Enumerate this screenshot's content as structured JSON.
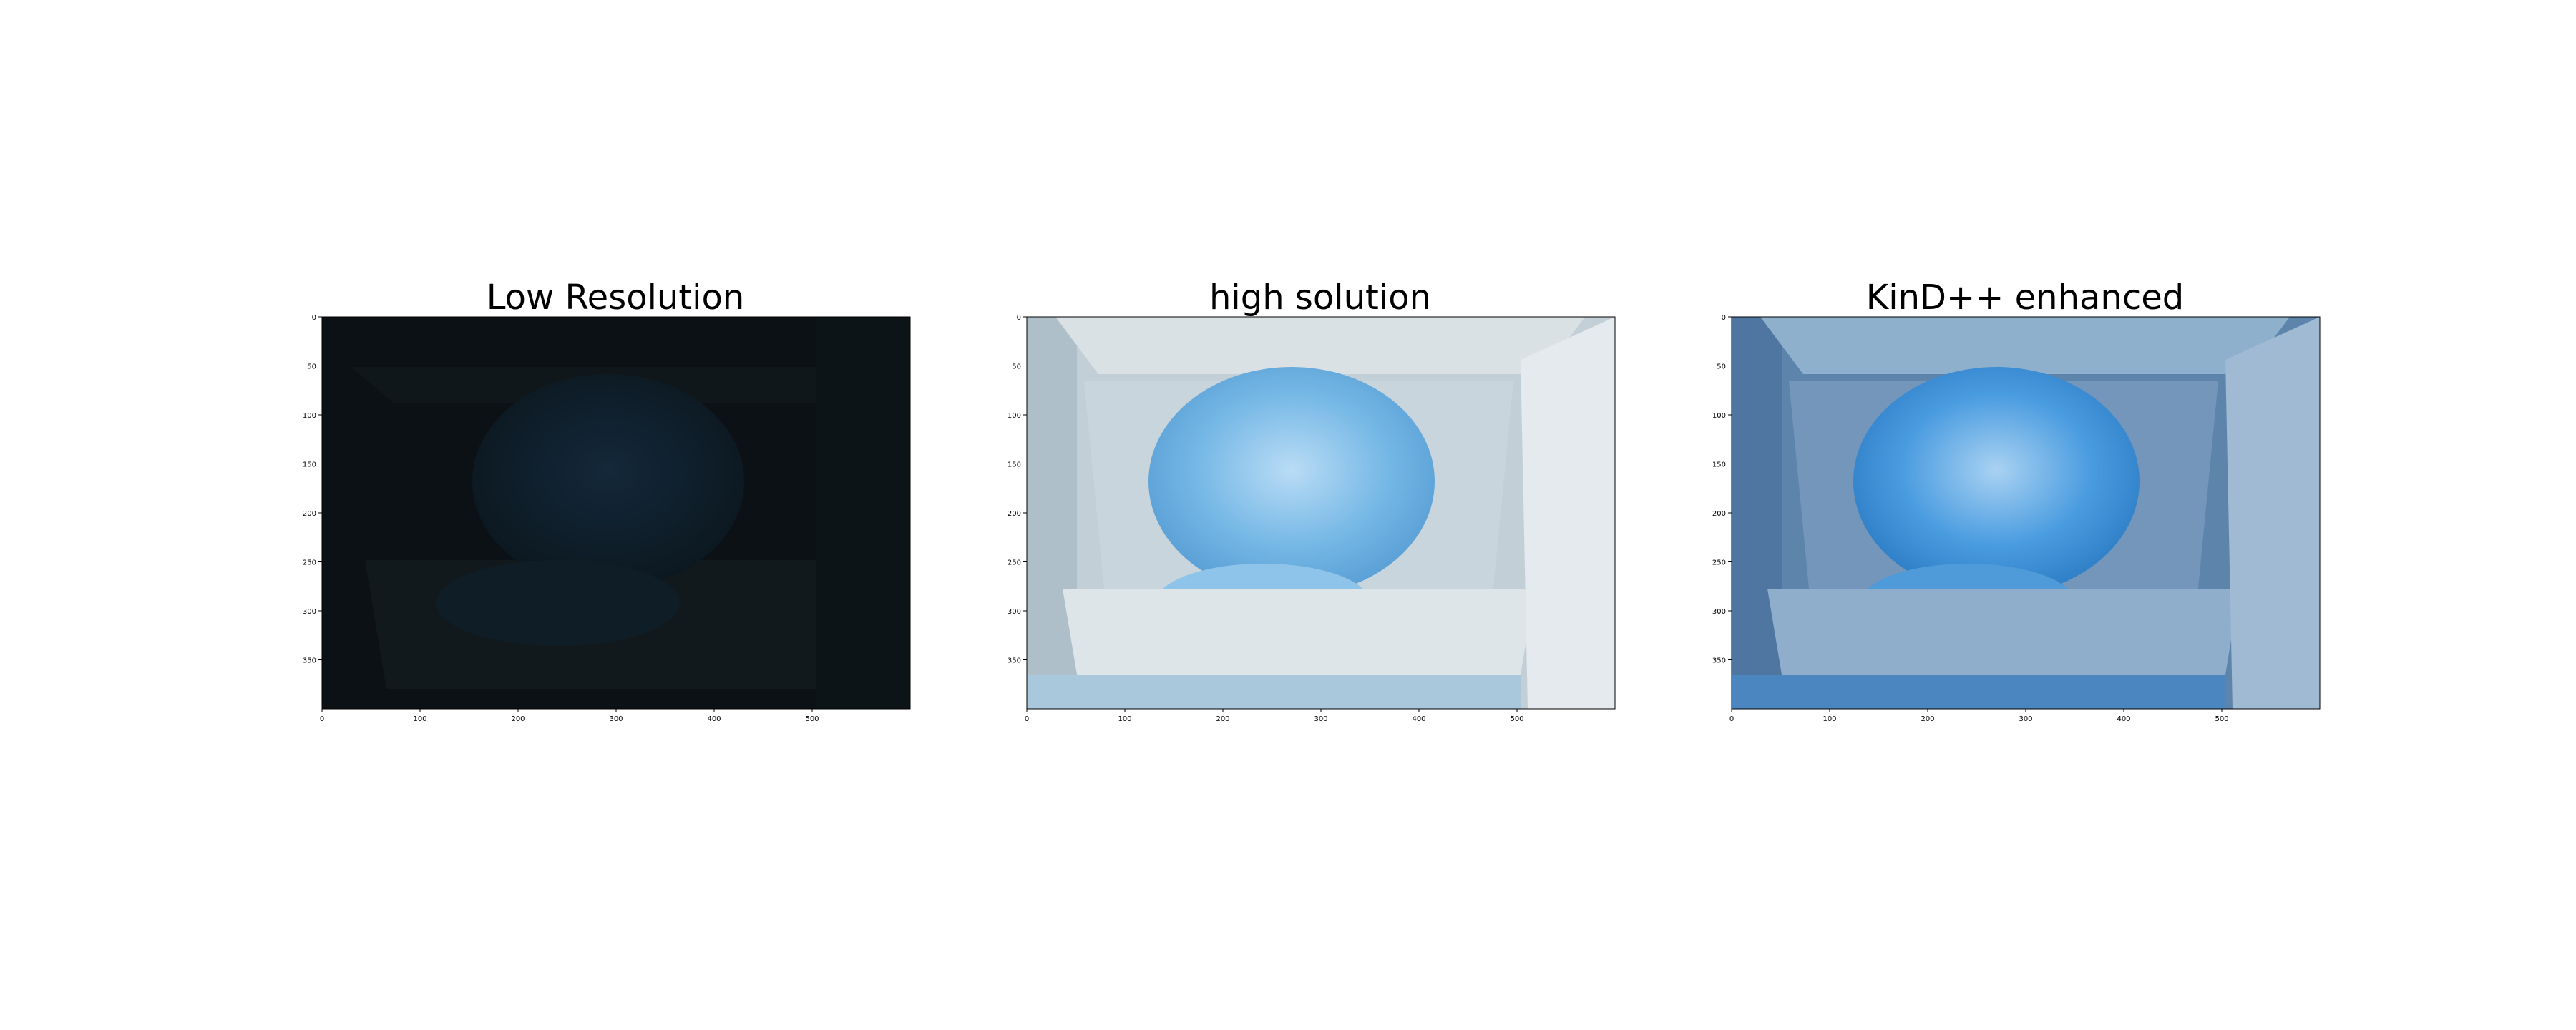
{
  "panels": [
    {
      "title": "Low Resolution",
      "variant": "dark",
      "x_ticks": [
        "0",
        "100",
        "200",
        "300",
        "400",
        "500"
      ],
      "y_ticks": [
        "0",
        "50",
        "100",
        "150",
        "200",
        "250",
        "300",
        "350"
      ],
      "x_range": [
        0,
        600
      ],
      "y_range": [
        0,
        400
      ],
      "colors": {
        "bg": "#0b1114",
        "bag": "#0f1e2a",
        "drawer": "#11181c",
        "edge": "#080c0e"
      }
    },
    {
      "title": "high solution",
      "variant": "normal",
      "x_ticks": [
        "0",
        "100",
        "200",
        "300",
        "400",
        "500"
      ],
      "y_ticks": [
        "0",
        "50",
        "100",
        "150",
        "200",
        "250",
        "300",
        "350"
      ],
      "x_range": [
        0,
        600
      ],
      "y_range": [
        0,
        400
      ],
      "colors": {
        "bg": "#c7d3da",
        "bag": "#6fb2e3",
        "drawer": "#d8e0e4",
        "edge": "#9aaab3"
      }
    },
    {
      "title": "KinD++ enhanced",
      "variant": "enhanced",
      "x_ticks": [
        "0",
        "100",
        "200",
        "300",
        "400",
        "500"
      ],
      "y_ticks": [
        "0",
        "50",
        "100",
        "150",
        "200",
        "250",
        "300",
        "350"
      ],
      "x_range": [
        0,
        600
      ],
      "y_range": [
        0,
        400
      ],
      "colors": {
        "bg": "#5f86ad",
        "bag": "#3f8fd3",
        "drawer": "#8aa8c4",
        "edge": "#4a6f95"
      }
    }
  ]
}
